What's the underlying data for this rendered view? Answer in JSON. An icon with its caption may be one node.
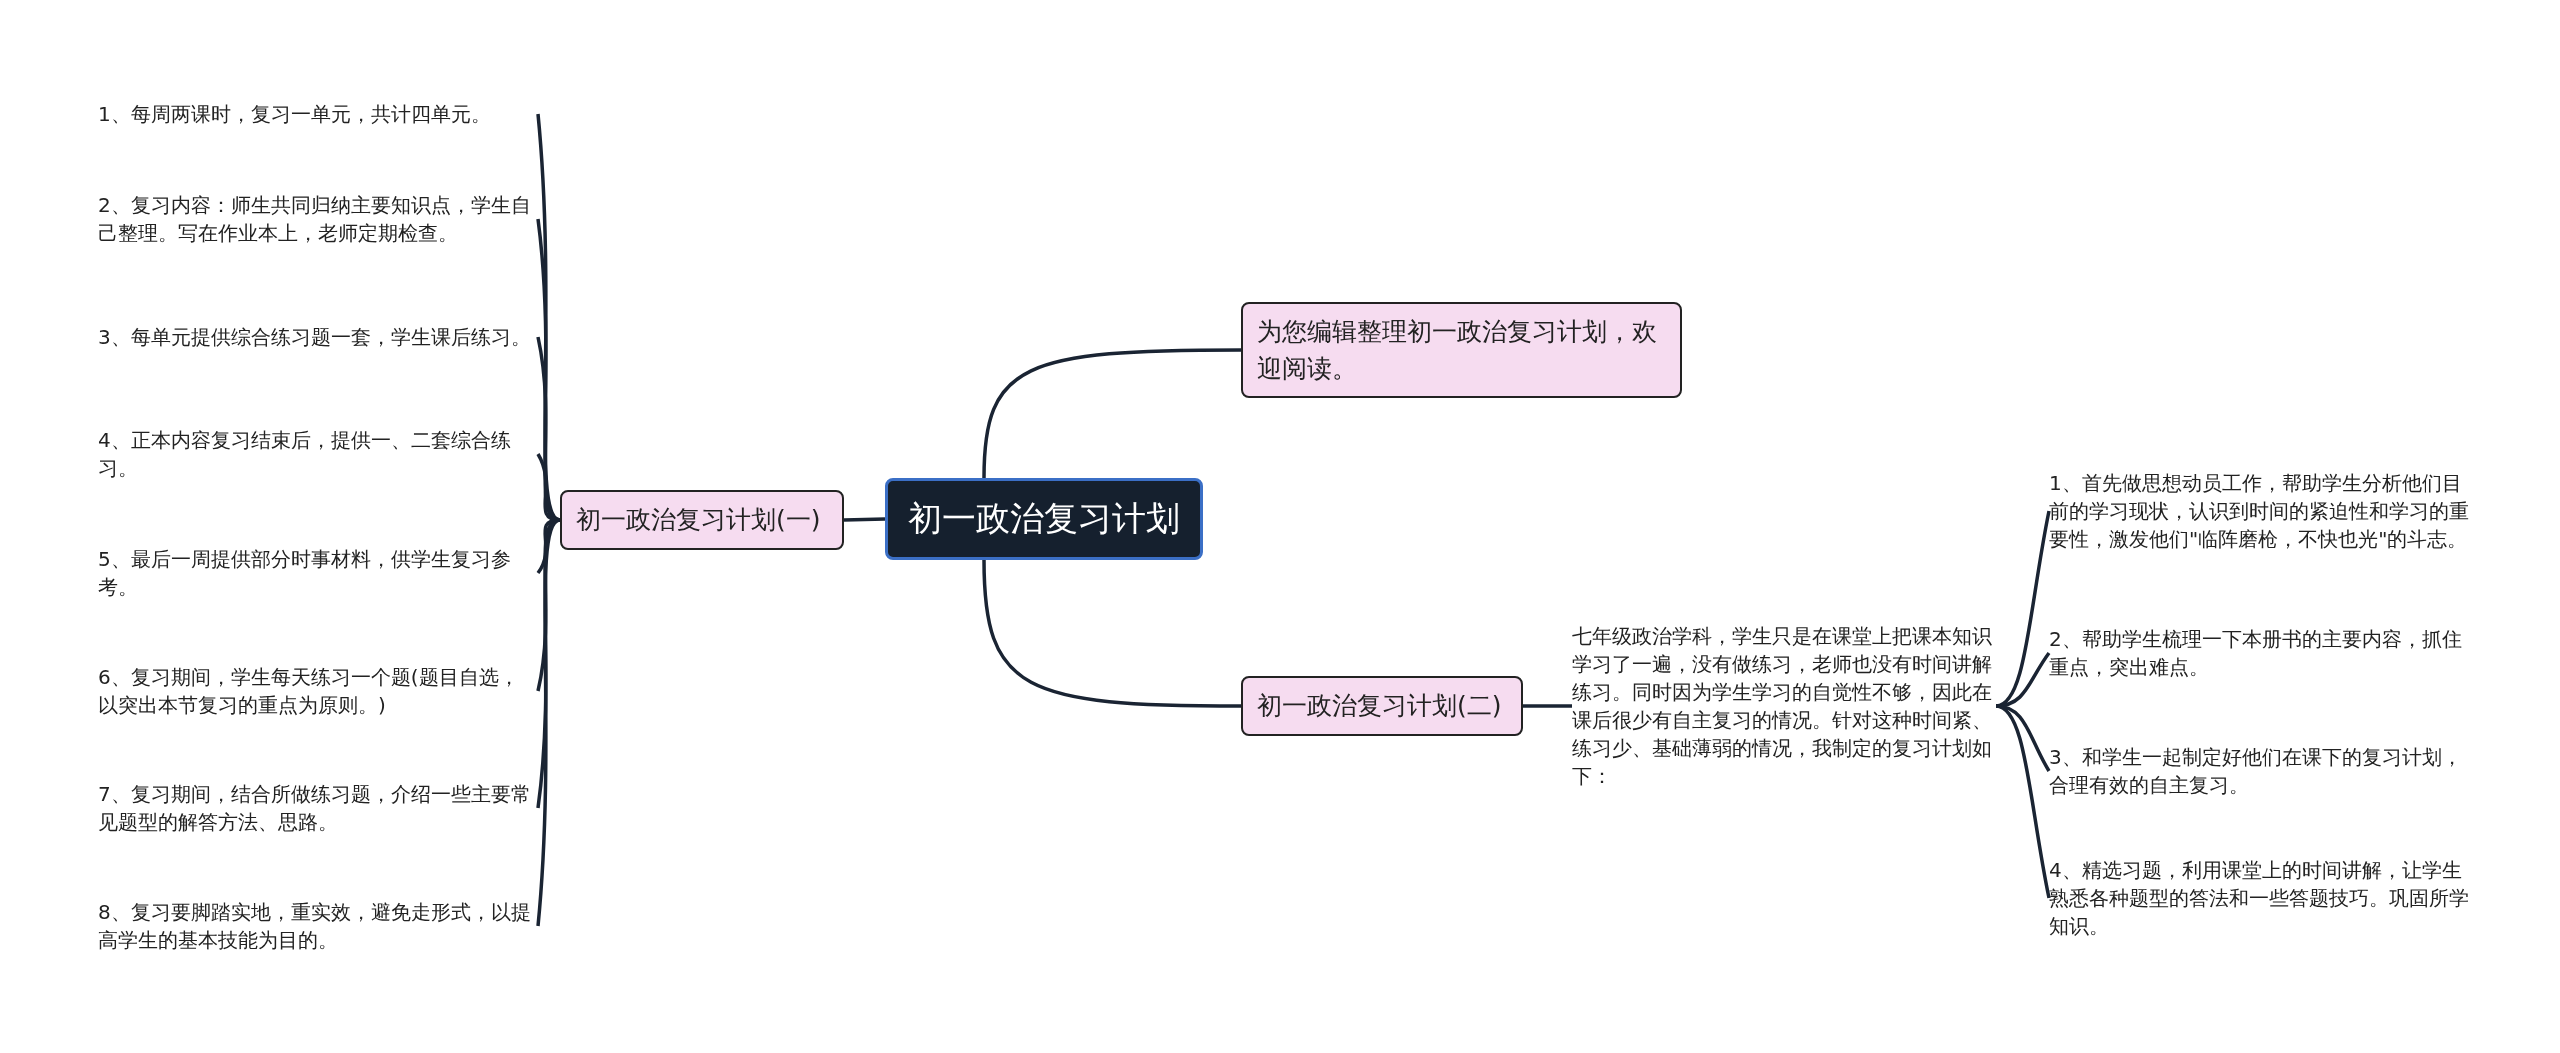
{
  "diagram": {
    "nodes": [
      {
        "text": [
          "初一政治复习计划"
        ]
      },
      {
        "text": [
          "为您编辑整理初一政治复习计划，欢迎阅读。"
        ]
      },
      {
        "text": [
          "初一政治复习计划(一)"
        ]
      },
      {
        "text": [
          "1、每周两课时，复习一单元，共计四单元。"
        ]
      },
      {
        "text": [
          "2、复习内容：师生共同归纳主要知识点，学生自己整理。写在作业本上，老师定期检查。"
        ]
      },
      {
        "text": [
          "3、每单元提供综合练习题一套，学生课后练习。"
        ]
      },
      {
        "text": [
          "4、正本内容复习结束后，提供一、二套综合练习。"
        ]
      },
      {
        "text": [
          "5、最后一周提供部分时事材料，供学生复习参考。"
        ]
      },
      {
        "text": [
          "6、复习期间，学生每天练习一个题(题目自选，以突出本节复习的重点为原则。)"
        ]
      },
      {
        "text": [
          "7、复习期间，结合所做练习题，介绍一些主要常见题型的解答方法、思路。"
        ]
      },
      {
        "text": [
          "8、复习要脚踏实地，重实效，避免走形式，以提高学生的基本技能为目的。"
        ]
      },
      {
        "text": [
          "初一政治复习计划(二)"
        ]
      },
      {
        "text": [
          "七年级政治学科，学生只是在课堂上把课本知识学习了一遍，没有做练习，老师也没有时间讲解练习。同时因为学生学习的自觉性不够，因此在课后很少有自主复习的情况。针对这种时间紧、练习少、基础薄弱的情况，我制定的复习计划如下："
        ]
      },
      {
        "text": [
          "1、首先做思想动员工作，帮助学生分析他们目前的学习现状，认识到时间的紧迫性和学习的重要性，激发他们\"临阵磨枪，不快也光\"的斗志。"
        ]
      },
      {
        "text": [
          "2、帮助学生梳理一下本册书的主要内容，抓住重点，突出难点。"
        ]
      },
      {
        "text": [
          "3、和学生一起制定好他们在课下的复习计划，合理有效的自主复习。"
        ]
      },
      {
        "text": [
          "4、精选习题，利用课堂上的时间讲解，让学生熟悉各种题型的答法和一些答题技巧。巩固所学知识。"
        ]
      }
    ],
    "edges": [
      {
        "from": 0,
        "to": 1,
        "arrow": "none"
      },
      {
        "from": 0,
        "to": 2,
        "arrow": "none"
      },
      {
        "from": 2,
        "to": 3,
        "arrow": "none"
      },
      {
        "from": 2,
        "to": 4,
        "arrow": "none"
      },
      {
        "from": 2,
        "to": 5,
        "arrow": "none"
      },
      {
        "from": 2,
        "to": 6,
        "arrow": "none"
      },
      {
        "from": 2,
        "to": 7,
        "arrow": "none"
      },
      {
        "from": 2,
        "to": 8,
        "arrow": "none"
      },
      {
        "from": 2,
        "to": 9,
        "arrow": "none"
      },
      {
        "from": 2,
        "to": 10,
        "arrow": "none"
      },
      {
        "from": 0,
        "to": 11,
        "arrow": "none"
      },
      {
        "from": 11,
        "to": 12,
        "arrow": "none"
      },
      {
        "from": 12,
        "to": 13,
        "arrow": "none"
      },
      {
        "from": 12,
        "to": 14,
        "arrow": "none"
      },
      {
        "from": 12,
        "to": 15,
        "arrow": "none"
      },
      {
        "from": 12,
        "to": 16,
        "arrow": "none"
      }
    ]
  }
}
